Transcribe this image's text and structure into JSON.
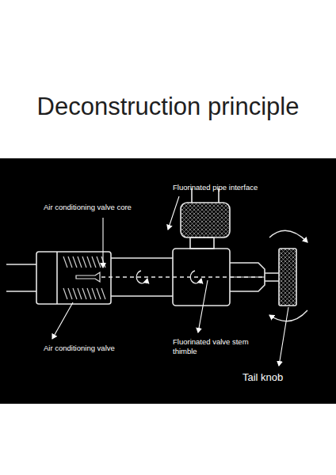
{
  "diagram": {
    "title": "Deconstruction principle",
    "labels": [
      "Fluorinated pipe interface",
      "Air conditioning valve core",
      "Air conditioning valve",
      "Fluorinated valve stem thimble",
      "Tail knob"
    ]
  }
}
